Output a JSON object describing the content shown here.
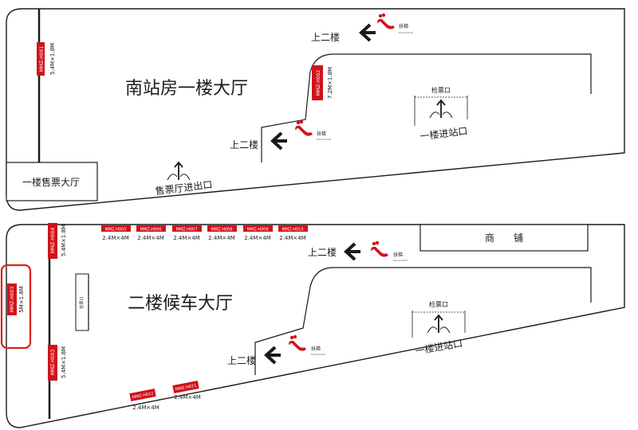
{
  "upper_floor": {
    "title": "南站房一楼大厅",
    "ticket_hall": "一楼售票大厅",
    "ticket_hall_exit": "售票厅进出口",
    "entrance": "一楼进站口",
    "checkin_label": "检票口",
    "stairs_top": "上二楼",
    "stairs_bottom": "上二楼",
    "escalator_label": "扶梯",
    "escalator_sub": "ESCALATOR",
    "ads": [
      {
        "code": "MMZ-H001",
        "size": "5.4M×1.8M"
      },
      {
        "code": "MMZ-H002",
        "size": "7.2M×1.8M"
      }
    ]
  },
  "lower_floor": {
    "title": "二楼候车大厅",
    "shop_label_1": "商",
    "shop_label_2": "铺",
    "stairs_top": "上二楼",
    "stairs_bottom": "上二楼",
    "entrance": "一楼进站口",
    "checkin_label": "检票口",
    "gate_label": "检票口",
    "escalator_label": "扶梯",
    "escalator_sub": "ESCALATOR",
    "ads_top": [
      {
        "code": "MMZ-H005",
        "size": "2.4M×4M"
      },
      {
        "code": "MMZ-H006",
        "size": "2.4M×4M"
      },
      {
        "code": "MMZ-H007",
        "size": "2.4M×4M"
      },
      {
        "code": "MMZ-H008",
        "size": "2.4M×4M"
      },
      {
        "code": "MMZ-H009",
        "size": "2.4M×4M"
      },
      {
        "code": "MMZ-H010",
        "size": "2.4M×4M"
      }
    ],
    "ads_side": [
      {
        "code": "MMZ-H004",
        "size": "5.4M×1.8M"
      },
      {
        "code": "MMZ-H003",
        "size": "5M×1.8M"
      },
      {
        "code": "MMZ-H003",
        "size": "5.4M×1.8M"
      }
    ],
    "ads_bottom": [
      {
        "code": "MMZ-H012",
        "size": "2.4M×4M"
      },
      {
        "code": "MMZ-H011",
        "size": "2.4M×4M"
      }
    ]
  },
  "colors": {
    "red": "#d0121b",
    "highlight": "#e0201b",
    "line": "#1a1a1a"
  }
}
